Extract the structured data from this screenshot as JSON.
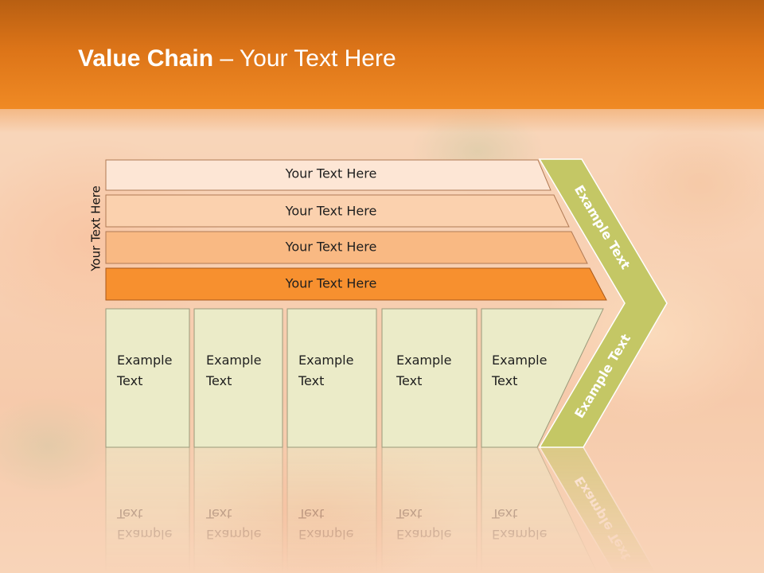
{
  "slide": {
    "title_bold": "Value Chain",
    "title_rest": " – Your Text Here"
  },
  "side_label": "Your Text Here",
  "bars": [
    {
      "label": "Your Text Here",
      "color": "#fde6d5"
    },
    {
      "label": "Your Text Here",
      "color": "#fbd1ae"
    },
    {
      "label": "Your Text Here",
      "color": "#f9b983"
    },
    {
      "label": "Your Text Here",
      "color": "#f7902f"
    }
  ],
  "boxes": [
    {
      "line1": "Example",
      "line2": "Text"
    },
    {
      "line1": "Example",
      "line2": "Text"
    },
    {
      "line1": "Example",
      "line2": "Text"
    },
    {
      "line1": "Example",
      "line2": "Text"
    },
    {
      "line1": "Example",
      "line2": "Text"
    }
  ],
  "chevron": {
    "upper_label": "Example Text",
    "lower_label": "Example Text",
    "color": "#c4c765"
  },
  "colors": {
    "header": "#e07a1c",
    "box_fill": "#ebebc8"
  }
}
